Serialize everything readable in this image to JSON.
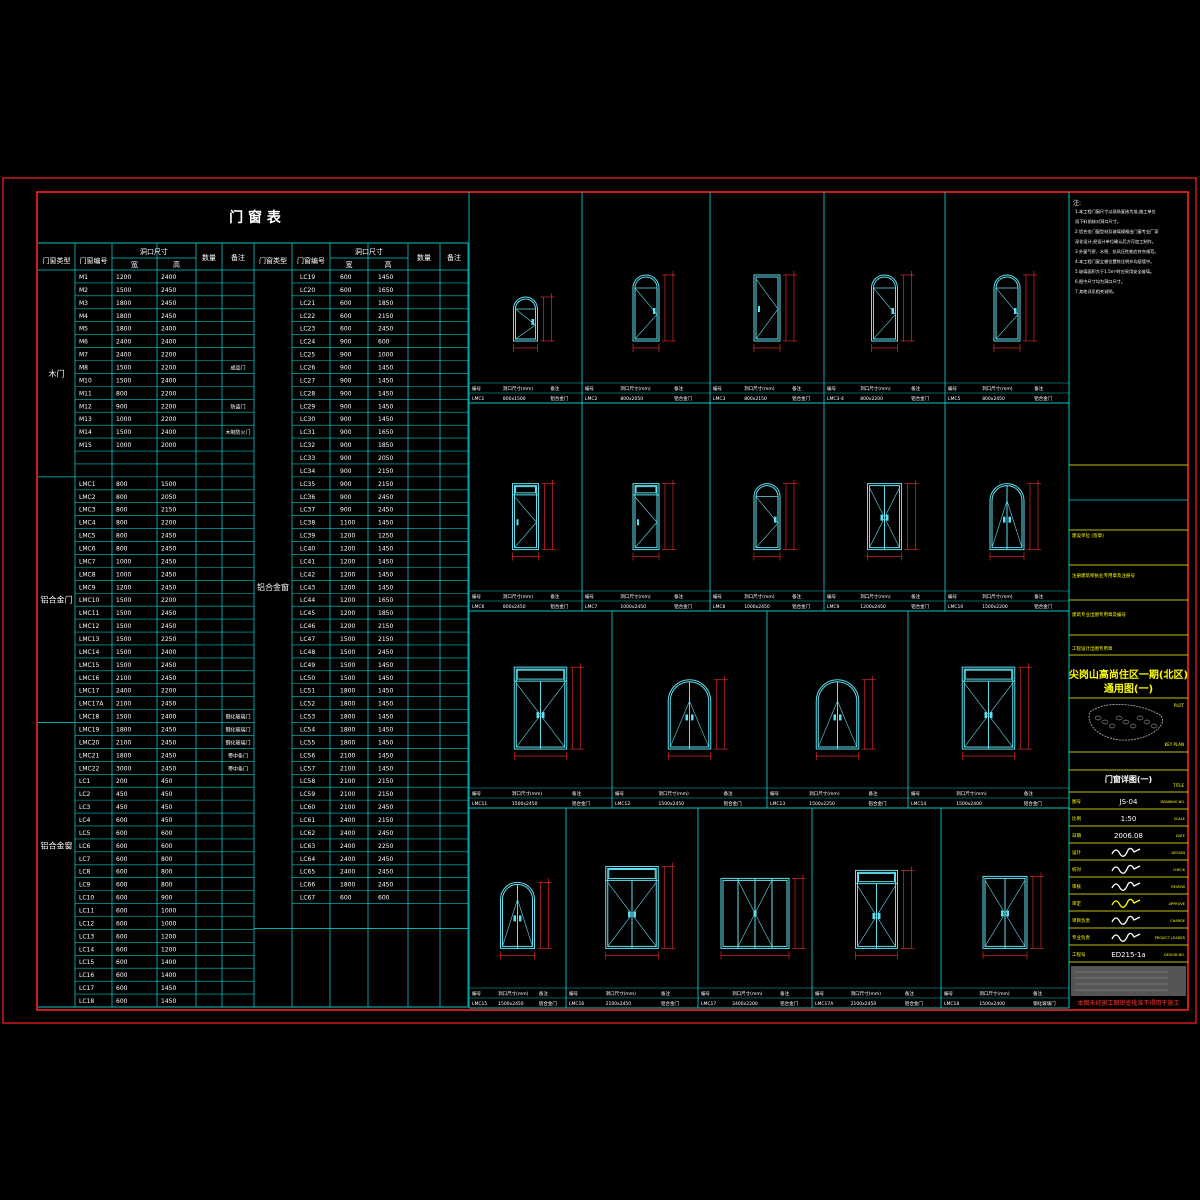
{
  "title": "门 窗 表",
  "headers": {
    "type": "门窗类型",
    "code": "门窗编号",
    "size": "洞口尺寸",
    "width": "宽",
    "height": "高",
    "qty": "数量",
    "note": "备注"
  },
  "left_groups": [
    {
      "label": "木门",
      "start": 0,
      "end": 16
    },
    {
      "label": "铝合金门",
      "start": 16,
      "end": 35
    },
    {
      "label": "铝合金窗",
      "start": 35,
      "end": 54
    }
  ],
  "right_groups": [
    {
      "label": "铝合金窗",
      "start": 0,
      "end": 46
    }
  ],
  "left_rows": [
    [
      "M1",
      "1200",
      "2400",
      ""
    ],
    [
      "M2",
      "1500",
      "2450",
      ""
    ],
    [
      "M3",
      "1800",
      "2450",
      ""
    ],
    [
      "M4",
      "1800",
      "2450",
      ""
    ],
    [
      "M5",
      "1800",
      "2400",
      ""
    ],
    [
      "M6",
      "2400",
      "2400",
      ""
    ],
    [
      "M7",
      "2400",
      "2200",
      ""
    ],
    [
      "M8",
      "1500",
      "2200",
      "成品门"
    ],
    [
      "M10",
      "1500",
      "2400",
      ""
    ],
    [
      "M11",
      "800",
      "2200",
      ""
    ],
    [
      "M12",
      "900",
      "2200",
      "防盗门"
    ],
    [
      "M13",
      "1000",
      "2200",
      ""
    ],
    [
      "M14",
      "1500",
      "2400",
      "木制防火门"
    ],
    [
      "M15",
      "1000",
      "2000",
      ""
    ],
    [
      "",
      "",
      "",
      ""
    ],
    [
      "",
      "",
      "",
      ""
    ],
    [
      "LMC1",
      "800",
      "1500",
      ""
    ],
    [
      "LMC2",
      "800",
      "2050",
      ""
    ],
    [
      "LMC3",
      "800",
      "2150",
      ""
    ],
    [
      "LMC4",
      "800",
      "2200",
      ""
    ],
    [
      "LMC5",
      "800",
      "2450",
      ""
    ],
    [
      "LMC6",
      "800",
      "2450",
      ""
    ],
    [
      "LMC7",
      "1000",
      "2450",
      ""
    ],
    [
      "LMC8",
      "1000",
      "2450",
      ""
    ],
    [
      "LMC9",
      "1200",
      "2450",
      ""
    ],
    [
      "LMC10",
      "1500",
      "2200",
      ""
    ],
    [
      "LMC11",
      "1500",
      "2450",
      ""
    ],
    [
      "LMC12",
      "1500",
      "2450",
      ""
    ],
    [
      "LMC13",
      "1500",
      "2250",
      ""
    ],
    [
      "LMC14",
      "1500",
      "2400",
      ""
    ],
    [
      "LMC15",
      "1500",
      "2450",
      ""
    ],
    [
      "LMC16",
      "2100",
      "2450",
      ""
    ],
    [
      "LMC17",
      "2400",
      "2200",
      ""
    ],
    [
      "LMC17A",
      "2100",
      "2450",
      ""
    ],
    [
      "LMC18",
      "1500",
      "2400",
      "钢化玻璃门"
    ],
    [
      "LMC19",
      "1800",
      "2450",
      "钢化玻璃门"
    ],
    [
      "LMC20",
      "2100",
      "2450",
      "钢化玻璃门"
    ],
    [
      "LMC21",
      "1800",
      "2450",
      "带中条门"
    ],
    [
      "LMC22",
      "3000",
      "2450",
      "带中条门"
    ],
    [
      "LC1",
      "200",
      "450",
      ""
    ],
    [
      "LC2",
      "450",
      "450",
      ""
    ],
    [
      "LC3",
      "450",
      "450",
      ""
    ],
    [
      "LC4",
      "600",
      "450",
      ""
    ],
    [
      "LC5",
      "600",
      "600",
      ""
    ],
    [
      "LC6",
      "600",
      "600",
      ""
    ],
    [
      "LC7",
      "600",
      "800",
      ""
    ],
    [
      "LC8",
      "600",
      "800",
      ""
    ],
    [
      "LC9",
      "600",
      "800",
      ""
    ],
    [
      "LC10",
      "600",
      "900",
      ""
    ],
    [
      "LC11",
      "600",
      "1000",
      ""
    ],
    [
      "LC12",
      "600",
      "1000",
      ""
    ],
    [
      "LC13",
      "600",
      "1200",
      ""
    ],
    [
      "LC14",
      "600",
      "1200",
      ""
    ],
    [
      "LC15",
      "600",
      "1400",
      ""
    ],
    [
      "LC16",
      "600",
      "1400",
      ""
    ],
    [
      "LC17",
      "600",
      "1450",
      ""
    ],
    [
      "LC18",
      "600",
      "1450",
      ""
    ]
  ],
  "right_rows": [
    [
      "LC19",
      "600",
      "1450"
    ],
    [
      "LC20",
      "600",
      "1650"
    ],
    [
      "LC21",
      "600",
      "1850"
    ],
    [
      "LC22",
      "600",
      "2150"
    ],
    [
      "LC23",
      "600",
      "2450"
    ],
    [
      "LC24",
      "900",
      "600"
    ],
    [
      "LC25",
      "900",
      "1000"
    ],
    [
      "LC26",
      "900",
      "1450"
    ],
    [
      "LC27",
      "900",
      "1450"
    ],
    [
      "LC28",
      "900",
      "1450"
    ],
    [
      "LC29",
      "900",
      "1450"
    ],
    [
      "LC30",
      "900",
      "1450"
    ],
    [
      "LC31",
      "900",
      "1650"
    ],
    [
      "LC32",
      "900",
      "1850"
    ],
    [
      "LC33",
      "900",
      "2050"
    ],
    [
      "LC34",
      "900",
      "2150"
    ],
    [
      "LC35",
      "900",
      "2150"
    ],
    [
      "LC36",
      "900",
      "2450"
    ],
    [
      "LC37",
      "900",
      "2450"
    ],
    [
      "LC38",
      "1100",
      "1450"
    ],
    [
      "LC39",
      "1200",
      "1250"
    ],
    [
      "LC40",
      "1200",
      "1450"
    ],
    [
      "LC41",
      "1200",
      "1450"
    ],
    [
      "LC42",
      "1200",
      "1450"
    ],
    [
      "LC43",
      "1200",
      "1450"
    ],
    [
      "LC44",
      "1200",
      "1650"
    ],
    [
      "LC45",
      "1200",
      "1850"
    ],
    [
      "LC46",
      "1200",
      "2150"
    ],
    [
      "LC47",
      "1500",
      "2150"
    ],
    [
      "LC48",
      "1500",
      "2450"
    ],
    [
      "LC49",
      "1500",
      "1450"
    ],
    [
      "LC50",
      "1500",
      "1450"
    ],
    [
      "LC51",
      "1800",
      "1450"
    ],
    [
      "LC52",
      "1800",
      "1450"
    ],
    [
      "LC53",
      "1800",
      "1450"
    ],
    [
      "LC54",
      "1800",
      "1450"
    ],
    [
      "LC55",
      "1800",
      "1450"
    ],
    [
      "LC56",
      "2100",
      "1450"
    ],
    [
      "LC57",
      "2100",
      "1450"
    ],
    [
      "LC58",
      "2100",
      "2150"
    ],
    [
      "LC59",
      "2100",
      "2150"
    ],
    [
      "LC60",
      "2100",
      "2450"
    ],
    [
      "LC61",
      "2400",
      "2150"
    ],
    [
      "LC62",
      "2400",
      "2450"
    ],
    [
      "LC63",
      "2400",
      "2250"
    ],
    [
      "LC64",
      "2400",
      "2450"
    ],
    [
      "LC65",
      "2400",
      "2450"
    ],
    [
      "LC66",
      "1800",
      "2450"
    ],
    [
      "LC67",
      "600",
      "600"
    ]
  ],
  "detail_label_code": "编号",
  "detail_label_size": "洞口尺寸(mm)",
  "detail_label_note": "备注",
  "details": [
    {
      "code": "LMC1",
      "size": "800x1500",
      "note": "铝合金门"
    },
    {
      "code": "LMC2",
      "size": "800x2050",
      "note": "铝合金门"
    },
    {
      "code": "LMC3",
      "size": "800x2150",
      "note": "铝合金门"
    },
    {
      "code": "LMC3-4",
      "size": "800x2200",
      "note": "铝合金门"
    },
    {
      "code": "LMC5",
      "size": "800x2450",
      "note": "铝合金门"
    },
    {
      "code": "LMC6",
      "size": "800x2450",
      "note": "铝合金门"
    },
    {
      "code": "LMC7",
      "size": "1000x2450",
      "note": "铝合金门"
    },
    {
      "code": "LMC8",
      "size": "1000x2450",
      "note": "铝合金门"
    },
    {
      "code": "LMC9",
      "size": "1200x2450",
      "note": "铝合金门"
    },
    {
      "code": "LMC10",
      "size": "1500x2200",
      "note": "铝合金门"
    },
    {
      "code": "LMC11",
      "size": "1500x2450",
      "note": "铝合金门"
    },
    {
      "code": "LMC12",
      "size": "1500x2450",
      "note": "铝合金门"
    },
    {
      "code": "LMC13",
      "size": "1500x2250",
      "note": "铝合金门"
    },
    {
      "code": "LMC14",
      "size": "1500x2400",
      "note": "铝合金门"
    },
    {
      "code": "LMC15",
      "size": "1500x2450",
      "note": "铝合金门"
    },
    {
      "code": "LMC16",
      "size": "2100x2450",
      "note": "铝合金门"
    },
    {
      "code": "LMC17",
      "size": "2400x2200",
      "note": "铝合金门"
    },
    {
      "code": "LMC17A",
      "size": "2100x2450",
      "note": "铝合金门"
    },
    {
      "code": "LMC18",
      "size": "1500x2400",
      "note": "钢化玻璃门"
    }
  ],
  "notes_title": "注:",
  "notes": [
    "1.本工程门窗尺寸以现场复核为准,施工单位",
    "须下料前核对洞口尺寸。",
    "2.铝合金门窗型材及玻璃规格由门窗专业厂家",
    "深化设计,经设计单位确认后方可加工制作。",
    "3.外窗气密、水密、抗风压性能应符合规范。",
    "4.本工程门窗立樘位置除注明外均居墙中。",
    "5.玻璃面积大于1.5m²时应采用安全玻璃。",
    "6.图中尺寸均为洞口尺寸。",
    "7.其他详见相关说明。"
  ],
  "tb_labels": [
    "建设单位 (签章)",
    "注册建筑师执业专用章及注册号",
    "建筑专业出图专用章及编号",
    "工程设计出图专用章"
  ],
  "project_title_1": "尖岗山高尚住区一期(北区)",
  "project_title_2": "通用图(一)",
  "drawing_title": "门窗详图(一)",
  "drawing_no": "JS-04",
  "scale": "1:50",
  "date": "2006.08",
  "project_no": "ED215-1a",
  "tb_row_labels": [
    "图号",
    "比例",
    "日期",
    "设计",
    "校对",
    "审核",
    "审定",
    "项目负责",
    "专业负责",
    "工程号"
  ],
  "tb_row_en": [
    "DRAWING NO.",
    "SCALE",
    "DATE",
    "DESIGN",
    "CHECK",
    "REVIEW",
    "APPROVE",
    "CHARGE",
    "PROJECT LEADER",
    "DESIGN NO."
  ],
  "tb_en_1": "TITLE",
  "tb_en_2": "PLOT",
  "tb_en_3": "KEY PLAN",
  "bottom_red_note": "本图未经施工图审查批准不得用于施工",
  "colors": {
    "frame": "#ff2020",
    "line": "#00c8c8",
    "text": "#ffffff",
    "yellow": "#ffff00",
    "green": "#00ff00",
    "draw": "#5fe0f0",
    "dim": "#ff3030",
    "sig": "#ffffff"
  }
}
